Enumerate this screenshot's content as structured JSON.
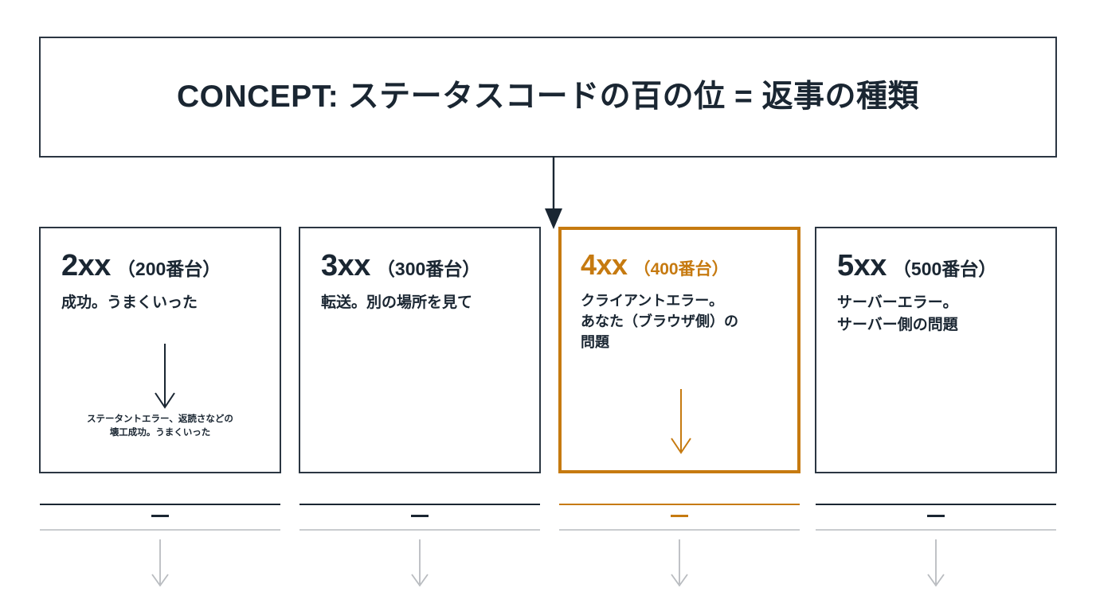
{
  "header": {
    "title": "CONCEPT: ステータスコードの百の位 = 返事の種類"
  },
  "colors": {
    "ink": "#1a2632",
    "border": "#2b3642",
    "accent": "#c67a10",
    "muted": "#c9cccf",
    "background": "#ffffff"
  },
  "cards": [
    {
      "code": "2xx",
      "range": "（200番台）",
      "description": "成功。うまくいった",
      "note": "ステータントエラー、返読さなどの\n壊工成功。うまくいった",
      "has_inner_arrow": true,
      "highlighted": false
    },
    {
      "code": "3xx",
      "range": "（300番台）",
      "description": "転送。別の場所を見て",
      "note": "",
      "has_inner_arrow": false,
      "highlighted": false
    },
    {
      "code": "4xx",
      "range": "（400番台）",
      "description": "クライアントエラー。\nあなた（ブラウザ側）の\n問題",
      "note": "",
      "has_inner_arrow": true,
      "highlighted": true
    },
    {
      "code": "5xx",
      "range": "（500番台）",
      "description": "サーバーエラー。\nサーバー側の問題",
      "note": "",
      "has_inner_arrow": false,
      "highlighted": false
    }
  ],
  "icons": {
    "header_connector": "down-arrow-icon",
    "inner_arrow": "down-arrow-icon",
    "footer_arrow": "down-arrow-icon"
  }
}
